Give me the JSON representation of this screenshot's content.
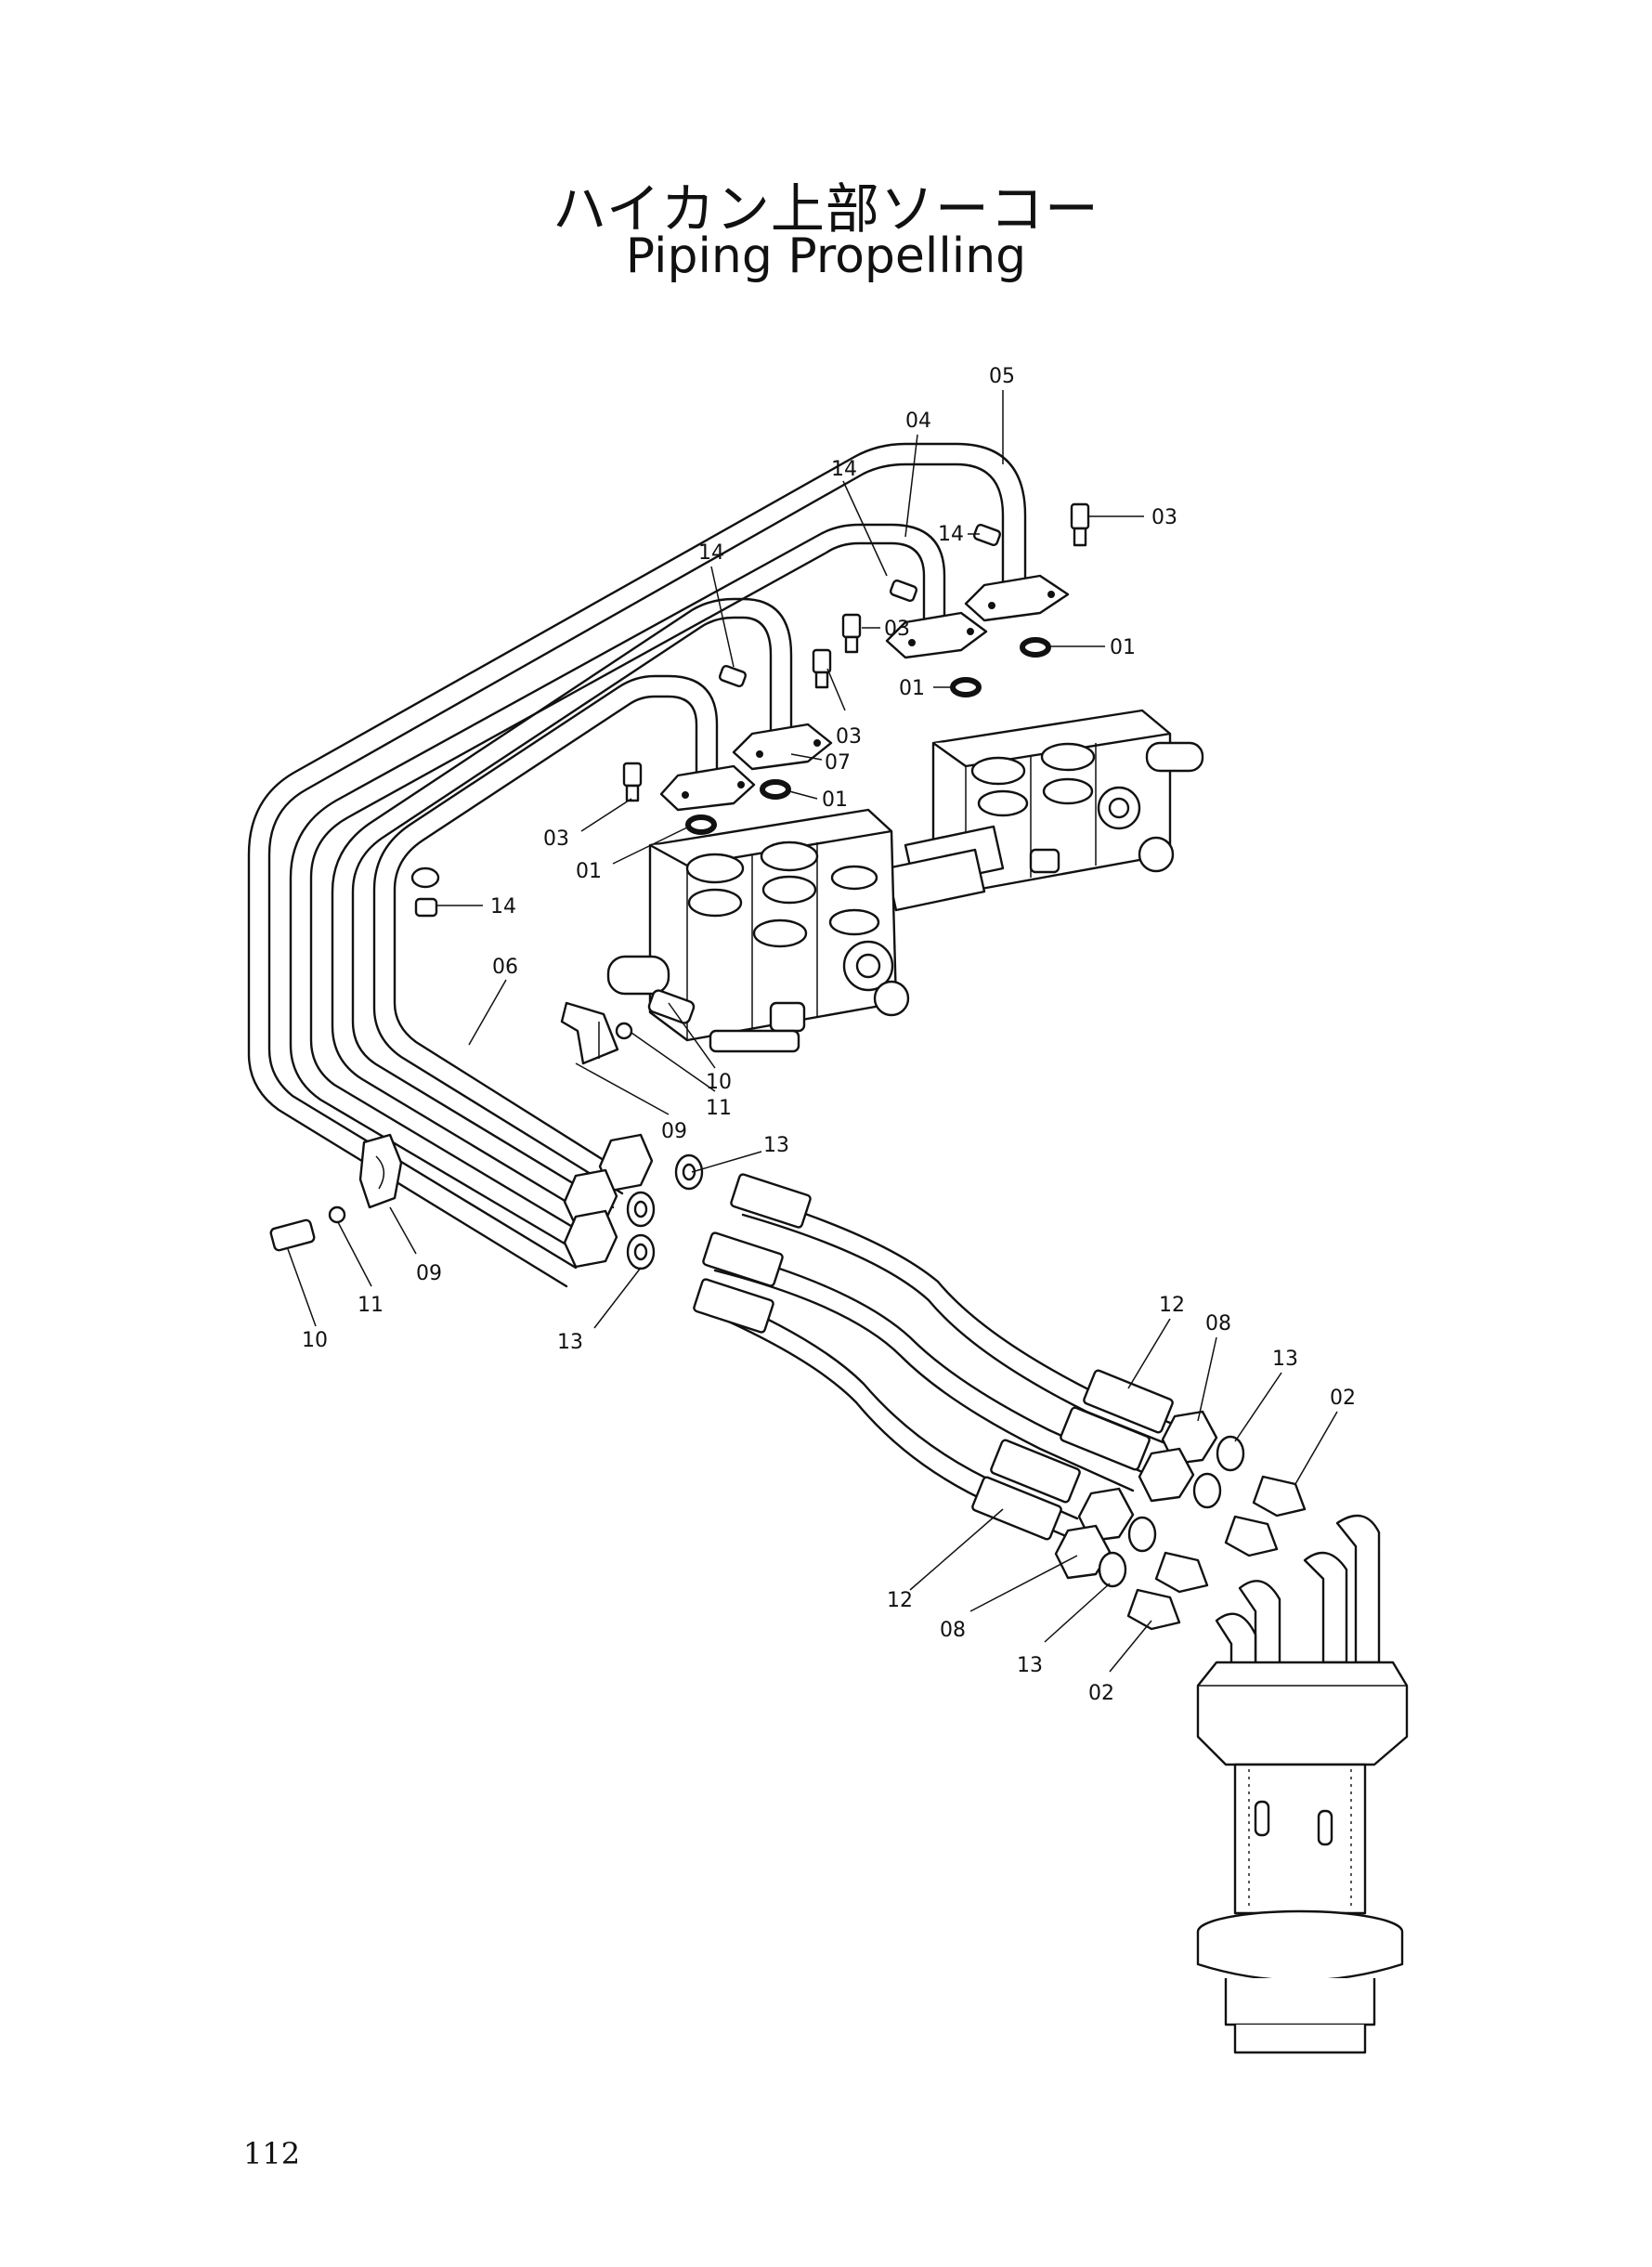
{
  "header": {
    "title_jp": "ハイカン上部ソーコー",
    "title_en": "Piping Propelling"
  },
  "page_number": "112",
  "callouts": {
    "c01a": "01",
    "c01b": "01",
    "c01c": "01",
    "c01d": "01",
    "c02a": "02",
    "c02b": "02",
    "c03a": "03",
    "c03b": "03",
    "c03c": "03",
    "c03d": "03",
    "c04": "04",
    "c05": "05",
    "c06": "06",
    "c07": "07",
    "c08a": "08",
    "c08b": "08",
    "c09a": "09",
    "c09b": "09",
    "c10a": "10",
    "c10b": "10",
    "c11a": "11",
    "c11b": "11",
    "c12a": "12",
    "c12b": "12",
    "c13a": "13",
    "c13b": "13",
    "c13c": "13",
    "c13d": "13",
    "c14a": "14",
    "c14b": "14",
    "c14c": "14",
    "c14d": "14"
  }
}
